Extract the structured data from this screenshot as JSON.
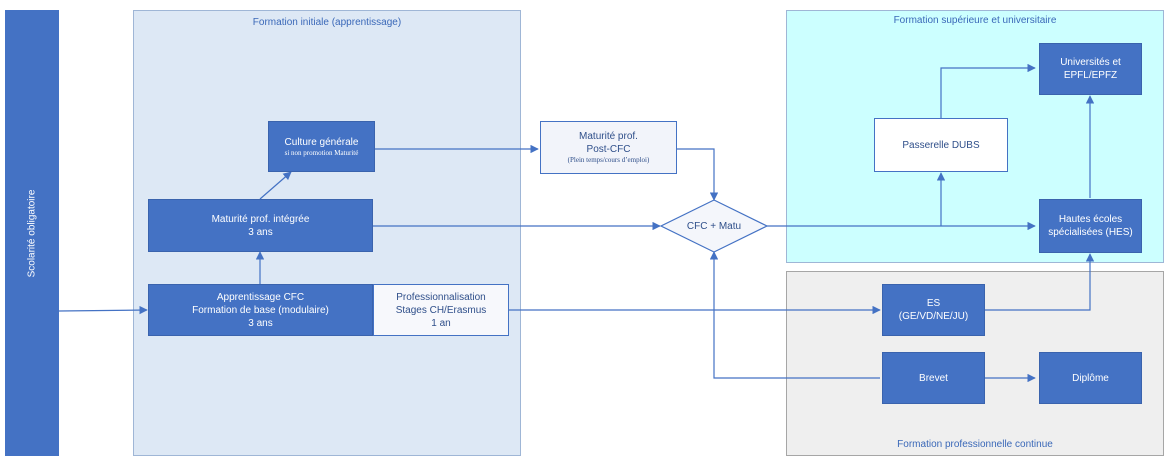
{
  "sidebar": {
    "label": "Scolarité obligatoire"
  },
  "regions": {
    "initial": "Formation initiale (apprentissage)",
    "superieure": "Formation supérieure et universitaire",
    "continue": "Formation professionnelle continue"
  },
  "nodes": {
    "culture": {
      "line1": "Culture générale",
      "line2": "si non promotion Maturité"
    },
    "mpi": {
      "line1": "Maturité prof. intégrée",
      "line2": "3 ans"
    },
    "cfc": {
      "line1": "Apprentissage CFC",
      "line2": "Formation de base (modulaire)",
      "line3": "3 ans"
    },
    "prof": {
      "line1": "Professionnalisation",
      "line2": "Stages CH/Erasmus",
      "line3": "1 an"
    },
    "postcfc": {
      "line1": "Maturité prof.",
      "line2": "Post-CFC",
      "line3": "(Plein temps/cours d’emploi)"
    },
    "cfcmatu": {
      "label": "CFC + Matu"
    },
    "dubs": {
      "label": "Passerelle DUBS"
    },
    "uni": {
      "line1": "Universités et",
      "line2": "EPFL/EPFZ"
    },
    "hes": {
      "line1": "Hautes écoles",
      "line2": "spécialisées (HES)"
    },
    "es": {
      "line1": "ES",
      "line2": "(GE/VD/NE/JU)"
    },
    "brevet": {
      "label": "Brevet"
    },
    "diplome": {
      "label": "Diplôme"
    }
  },
  "colors": {
    "accent": "#4472c4",
    "initial_bg": "#dde8f5",
    "superieure_bg": "#ccffff",
    "continue_bg": "#efefef"
  }
}
